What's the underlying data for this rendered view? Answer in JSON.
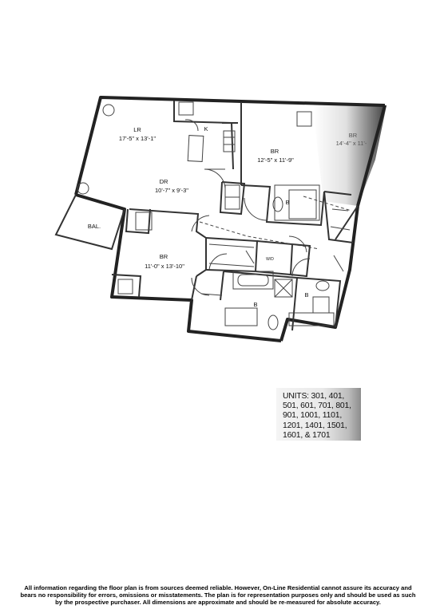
{
  "plan": {
    "rooms": {
      "lr_name": "LR",
      "lr_dims": "17'-5\" x 13'-1\"",
      "kitchen": "K",
      "dr_name": "DR",
      "dr_dims": "10'-7\" x 9'-3\"",
      "br1_name": "BR",
      "br1_dims": "12'-5\" x 11'-9\"",
      "partial_room_name": "BR",
      "partial_room_dims": "14'-4\" x 11'-",
      "balcony": "BAL.",
      "br2_name": "BR",
      "br2_dims": "11'-0\" x 13'-10\"",
      "bath1": "B",
      "bath2": "B",
      "bath3": "B",
      "wd": "W/D"
    }
  },
  "units": {
    "lines": [
      "UNITS: 301, 401,",
      "501, 601, 701, 801,",
      "901, 1001, 1101,",
      "1201, 1401, 1501,",
      "1601, & 1701"
    ]
  },
  "disclaimer": {
    "lines": [
      "All information regarding the floor plan is from sources deemed reliable.  However, On-Line Residential cannot assure its accuracy and",
      "bears no responsibility for errors, omissions or misstatements. The plan is for representation purposes only and should be used as such",
      "by the prospective purchaser. All dimensions are approximate and should be re-measured for absolute accuracy."
    ]
  }
}
